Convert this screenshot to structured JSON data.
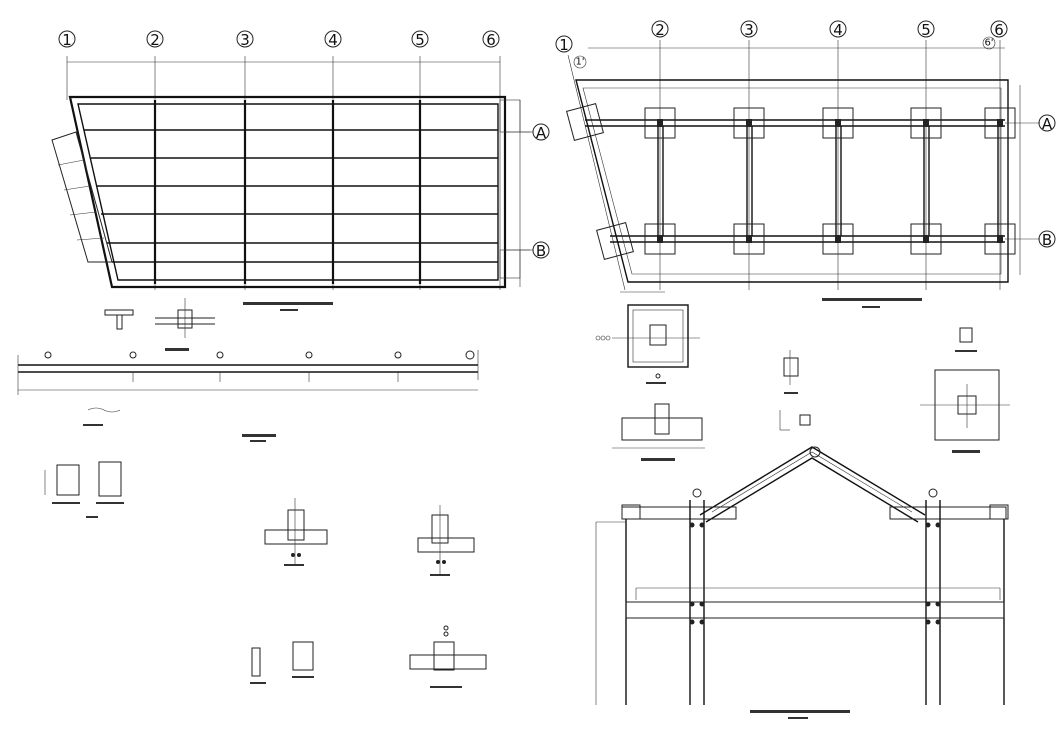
{
  "plan_left": {
    "grid_columns": [
      "1",
      "2",
      "3",
      "4",
      "5",
      "6"
    ],
    "grid_rows": [
      "A",
      "B"
    ]
  },
  "plan_right": {
    "grid_columns": [
      "1",
      "2",
      "3",
      "4",
      "5",
      "6"
    ],
    "sub_labels": [
      "1'",
      "6'"
    ],
    "grid_rows": [
      "A",
      "B"
    ]
  },
  "colors": {
    "ink": "#222222",
    "paper": "#ffffff"
  }
}
